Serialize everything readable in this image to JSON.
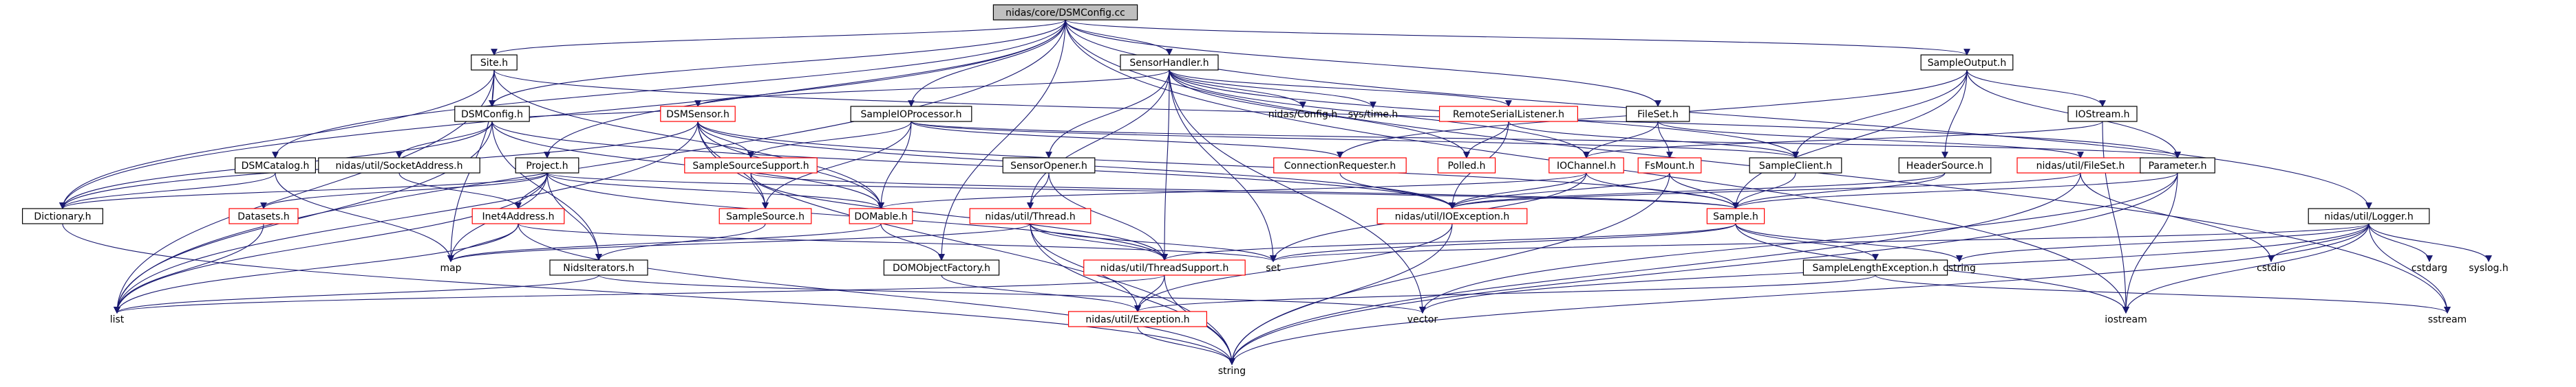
{
  "colors": {
    "edge": "#191970",
    "node_border": "#000000",
    "node_border_undocumented": "#ff0000",
    "root_fill": "#bfbfbf",
    "node_fill": "#ffffff",
    "leaf_text": "#000000"
  },
  "graph": {
    "root": "nidas/core/DSMConfig.cc",
    "nodes": [
      {
        "id": "root",
        "label": "nidas/core/DSMConfig.cc",
        "kind": "root"
      },
      {
        "id": "site",
        "label": "Site.h",
        "kind": "file"
      },
      {
        "id": "sensorhandler",
        "label": "SensorHandler.h",
        "kind": "file"
      },
      {
        "id": "sampleoutput",
        "label": "SampleOutput.h",
        "kind": "file"
      },
      {
        "id": "dsmconfig",
        "label": "DSMConfig.h",
        "kind": "file"
      },
      {
        "id": "dsmsensor",
        "label": "DSMSensor.h",
        "kind": "red"
      },
      {
        "id": "sampleioproc",
        "label": "SampleIOProcessor.h",
        "kind": "file"
      },
      {
        "id": "nidasconfig",
        "label": "nidas/Config.h",
        "kind": "leaf"
      },
      {
        "id": "systime",
        "label": "sys/time.h",
        "kind": "leaf"
      },
      {
        "id": "remoteserial",
        "label": "RemoteSerialListener.h",
        "kind": "red"
      },
      {
        "id": "fileset",
        "label": "FileSet.h",
        "kind": "file"
      },
      {
        "id": "iostreamh",
        "label": "IOStream.h",
        "kind": "file"
      },
      {
        "id": "dsmcatalog",
        "label": "DSMCatalog.h",
        "kind": "file"
      },
      {
        "id": "socketaddr",
        "label": "nidas/util/SocketAddress.h",
        "kind": "file"
      },
      {
        "id": "project",
        "label": "Project.h",
        "kind": "file"
      },
      {
        "id": "samplesourcesupport",
        "label": "SampleSourceSupport.h",
        "kind": "red"
      },
      {
        "id": "sensoropener",
        "label": "SensorOpener.h",
        "kind": "file"
      },
      {
        "id": "connreq",
        "label": "ConnectionRequester.h",
        "kind": "red"
      },
      {
        "id": "polled",
        "label": "Polled.h",
        "kind": "red"
      },
      {
        "id": "iochannel",
        "label": "IOChannel.h",
        "kind": "red"
      },
      {
        "id": "fsmount",
        "label": "FsMount.h",
        "kind": "red"
      },
      {
        "id": "sampleclient",
        "label": "SampleClient.h",
        "kind": "file"
      },
      {
        "id": "headersource",
        "label": "HeaderSource.h",
        "kind": "file"
      },
      {
        "id": "utilfileset",
        "label": "nidas/util/FileSet.h",
        "kind": "red"
      },
      {
        "id": "parameter",
        "label": "Parameter.h",
        "kind": "file"
      },
      {
        "id": "dictionary",
        "label": "Dictionary.h",
        "kind": "file"
      },
      {
        "id": "datasets",
        "label": "Datasets.h",
        "kind": "red"
      },
      {
        "id": "inet4",
        "label": "Inet4Address.h",
        "kind": "red"
      },
      {
        "id": "samplesource",
        "label": "SampleSource.h",
        "kind": "red"
      },
      {
        "id": "domable",
        "label": "DOMable.h",
        "kind": "red"
      },
      {
        "id": "utilthread",
        "label": "nidas/util/Thread.h",
        "kind": "red"
      },
      {
        "id": "ioexception",
        "label": "nidas/util/IOException.h",
        "kind": "red"
      },
      {
        "id": "sampleh",
        "label": "Sample.h",
        "kind": "red"
      },
      {
        "id": "utillogger",
        "label": "nidas/util/Logger.h",
        "kind": "file"
      },
      {
        "id": "nidsiterators",
        "label": "NidsIterators.h",
        "kind": "file"
      },
      {
        "id": "domobjfactory",
        "label": "DOMObjectFactory.h",
        "kind": "file"
      },
      {
        "id": "threadsupport",
        "label": "nidas/util/ThreadSupport.h",
        "kind": "red"
      },
      {
        "id": "samplelengthexc",
        "label": "SampleLengthException.h",
        "kind": "file"
      },
      {
        "id": "utilexception",
        "label": "nidas/util/Exception.h",
        "kind": "red"
      },
      {
        "id": "map",
        "label": "map",
        "kind": "leaf"
      },
      {
        "id": "set",
        "label": "set",
        "kind": "leaf"
      },
      {
        "id": "cstring",
        "label": "cstring",
        "kind": "leaf"
      },
      {
        "id": "cstdio",
        "label": "cstdio",
        "kind": "leaf"
      },
      {
        "id": "cstdarg",
        "label": "cstdarg",
        "kind": "leaf"
      },
      {
        "id": "syslog",
        "label": "syslog.h",
        "kind": "leaf"
      },
      {
        "id": "list",
        "label": "list",
        "kind": "leaf"
      },
      {
        "id": "vector",
        "label": "vector",
        "kind": "leaf"
      },
      {
        "id": "iostream",
        "label": "iostream",
        "kind": "leaf"
      },
      {
        "id": "sstream",
        "label": "sstream",
        "kind": "leaf"
      },
      {
        "id": "string",
        "label": "string",
        "kind": "leaf"
      }
    ]
  }
}
